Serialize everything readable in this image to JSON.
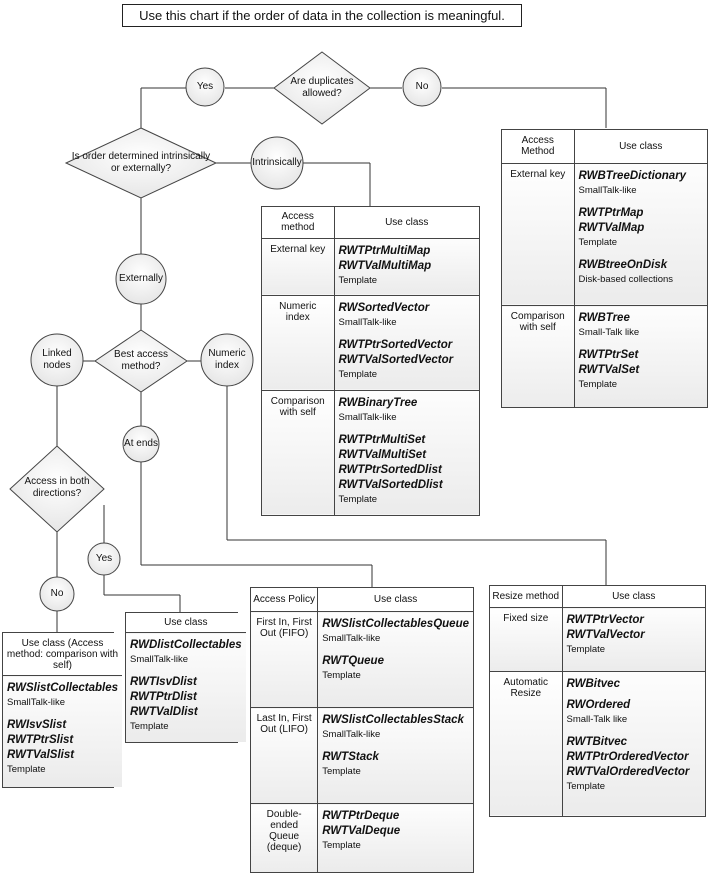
{
  "title": "Use this chart if the order of data in the collection is meaningful.",
  "decisions": {
    "duplicates": "Are duplicates allowed?",
    "order": "Is order determined intrinsically or externally?",
    "access": "Best access method?",
    "both_dirs": "Access in both directions?"
  },
  "circles": {
    "yes_top": "Yes",
    "no_top": "No",
    "intrinsically": "Intrinsically",
    "externally": "Externally",
    "linked": "Linked nodes",
    "numeric": "Numeric index",
    "at_ends": "At ends",
    "no_bottom": "No",
    "yes_bottom": "Yes"
  },
  "tables": {
    "no_dup": {
      "header_key": "Access Method",
      "header_val": "Use class",
      "rows": [
        {
          "key": "External key",
          "groups": [
            {
              "classes": [
                "RWBTreeDictionary"
              ],
              "note": "SmallTalk-like"
            },
            {
              "classes": [
                "RWTPtrMap",
                "RWTValMap"
              ],
              "note": "Template"
            },
            {
              "classes": [
                "RWBtreeOnDisk"
              ],
              "note": "Disk-based collections"
            }
          ]
        },
        {
          "key": "Comparison with self",
          "groups": [
            {
              "classes": [
                "RWBTree"
              ],
              "note": "Small-Talk like"
            },
            {
              "classes": [
                "RWTPtrSet",
                "RWTValSet"
              ],
              "note": "Template"
            }
          ]
        }
      ]
    },
    "intrinsic": {
      "header_key": "Access method",
      "header_val": "Use class",
      "rows": [
        {
          "key": "External key",
          "groups": [
            {
              "classes": [
                "RWTPtrMultiMap",
                "RWTValMultiMap"
              ],
              "note": "Template"
            }
          ]
        },
        {
          "key": "Numeric index",
          "groups": [
            {
              "classes": [
                "RWSortedVector"
              ],
              "note": "SmallTalk-like"
            },
            {
              "classes": [
                "RWTPtrSortedVector",
                "RWTValSortedVector"
              ],
              "note": "Template"
            }
          ]
        },
        {
          "key": "Comparison with self",
          "groups": [
            {
              "classes": [
                "RWBinaryTree"
              ],
              "note": "SmallTalk-like"
            },
            {
              "classes": [
                "RWTPtrMultiSet",
                "RWTValMultiSet",
                "RWTPtrSortedDlist",
                "RWTValSortedDlist"
              ],
              "note": "Template"
            }
          ]
        }
      ]
    },
    "slist": {
      "header_val": "Use class (Access method: comparison with self)",
      "groups": [
        {
          "classes": [
            "RWSlistCollectables"
          ],
          "note": "SmallTalk-like"
        },
        {
          "classes": [
            "RWIsvSlist",
            "RWTPtrSlist",
            "RWTValSlist"
          ],
          "note": "Template"
        }
      ]
    },
    "dlist": {
      "header_val": "Use class",
      "groups": [
        {
          "classes": [
            "RWDlistCollectables"
          ],
          "note": "SmallTalk-like"
        },
        {
          "classes": [
            "RWTIsvDlist",
            "RWTPtrDlist",
            "RWTValDlist"
          ],
          "note": "Template"
        }
      ]
    },
    "ends": {
      "header_key": "Access Policy",
      "header_val": "Use class",
      "rows": [
        {
          "key": "First In, First Out (FIFO)",
          "groups": [
            {
              "classes": [
                "RWSlistCollectablesQueue"
              ],
              "note": "SmallTalk-like"
            },
            {
              "classes": [
                "RWTQueue"
              ],
              "note": "Template"
            }
          ]
        },
        {
          "key": "Last In, First Out (LIFO)",
          "groups": [
            {
              "classes": [
                "RWSlistCollectablesStack"
              ],
              "note": "SmallTalk-like"
            },
            {
              "classes": [
                "RWTStack"
              ],
              "note": "Template"
            }
          ]
        },
        {
          "key": "Double-ended Queue (deque)",
          "groups": [
            {
              "classes": [
                "RWTPtrDeque",
                "RWTValDeque"
              ],
              "note": "Template"
            }
          ]
        }
      ]
    },
    "numeric": {
      "header_key": "Resize method",
      "header_val": "Use class",
      "rows": [
        {
          "key": "Fixed size",
          "groups": [
            {
              "classes": [
                "RWTPtrVector",
                "RWTValVector"
              ],
              "note": "Template"
            }
          ]
        },
        {
          "key": "Automatic Resize",
          "groups": [
            {
              "classes": [
                "RWBitvec"
              ],
              "note": ""
            },
            {
              "classes": [
                "RWOrdered"
              ],
              "note": "Small-Talk like"
            },
            {
              "classes": [
                "RWTBitvec",
                "RWTPtrOrderedVector",
                "RWTValOrderedVector"
              ],
              "note": "Template"
            }
          ]
        }
      ]
    }
  }
}
